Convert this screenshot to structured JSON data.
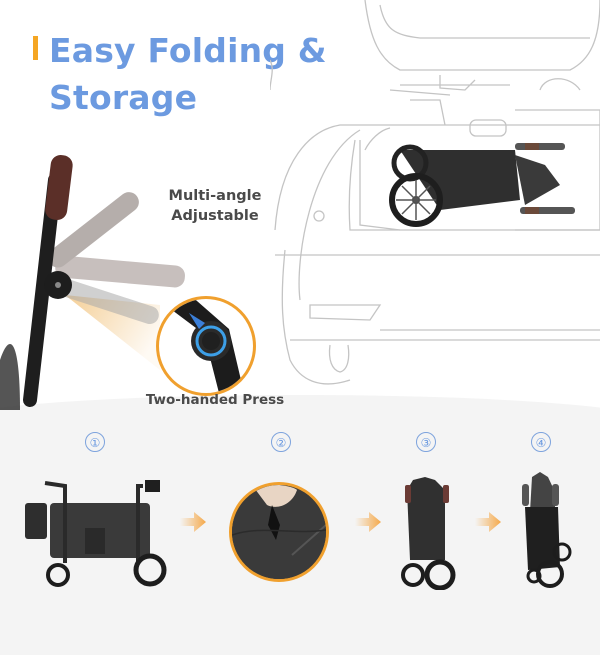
{
  "header": {
    "title_line1": "Easy Folding &",
    "title_line2": "Storage",
    "accent_color": "#f5a623",
    "title_color": "#6c9ae0"
  },
  "features": {
    "handle_adjust_label_line1": "Multi-angle",
    "handle_adjust_label_line2": "Adjustable",
    "press_label": "Two-handed Press"
  },
  "steps": [
    {
      "number": "①",
      "description": "unfolded-wagon"
    },
    {
      "number": "②",
      "description": "pull-center-handle"
    },
    {
      "number": "③",
      "description": "partially-folded-wagon"
    },
    {
      "number": "④",
      "description": "fully-folded-wagon-with-cover"
    }
  ],
  "colors": {
    "arrow": "#f5a94a",
    "step_number": "#6c9ae0",
    "zoom_ring": "#f0a02e",
    "band": "#f4f4f4",
    "car_outline": "#bdbdbd"
  }
}
